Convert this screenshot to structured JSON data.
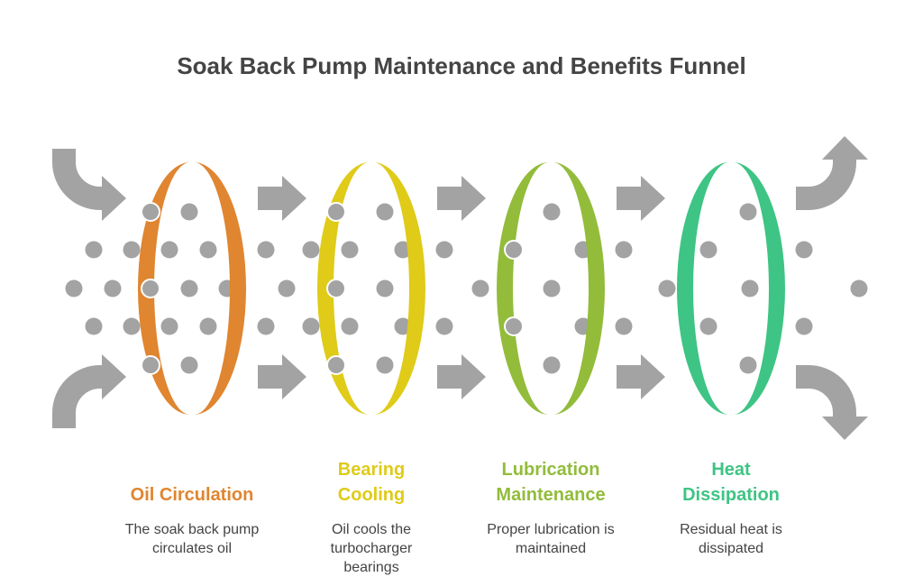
{
  "title": "Soak Back Pump Maintenance and Benefits Funnel",
  "colors": {
    "arrow": "#A3A3A3",
    "dot": "#A3A3A3"
  },
  "stages": [
    {
      "label": [
        "Oil Circulation"
      ],
      "description": [
        "The soak back pump",
        "circulates oil"
      ],
      "color": "#E08530"
    },
    {
      "label": [
        "Bearing",
        "Cooling"
      ],
      "description": [
        "Oil cools the",
        "turbocharger",
        "bearings"
      ],
      "color": "#DFCB18"
    },
    {
      "label": [
        "Lubrication",
        "Maintenance"
      ],
      "description": [
        "Proper lubrication is",
        "maintained"
      ],
      "color": "#92BC3A"
    },
    {
      "label": [
        "Heat",
        "Dissipation"
      ],
      "description": [
        "Residual heat is",
        "dissipated"
      ],
      "color": "#3EC484"
    }
  ]
}
